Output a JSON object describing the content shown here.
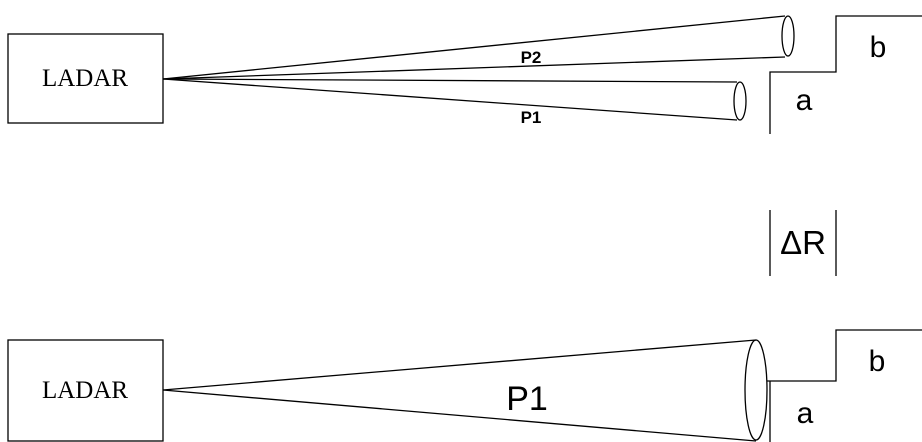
{
  "top_panel": {
    "device_label": "LADAR",
    "beam_upper_label": "P2",
    "beam_lower_label": "P1",
    "step_lower_label": "a",
    "step_upper_label": "b"
  },
  "range_marker": {
    "label": "ΔR"
  },
  "bottom_panel": {
    "device_label": "LADAR",
    "beam_label": "P1",
    "step_lower_label": "a",
    "step_upper_label": "b"
  }
}
